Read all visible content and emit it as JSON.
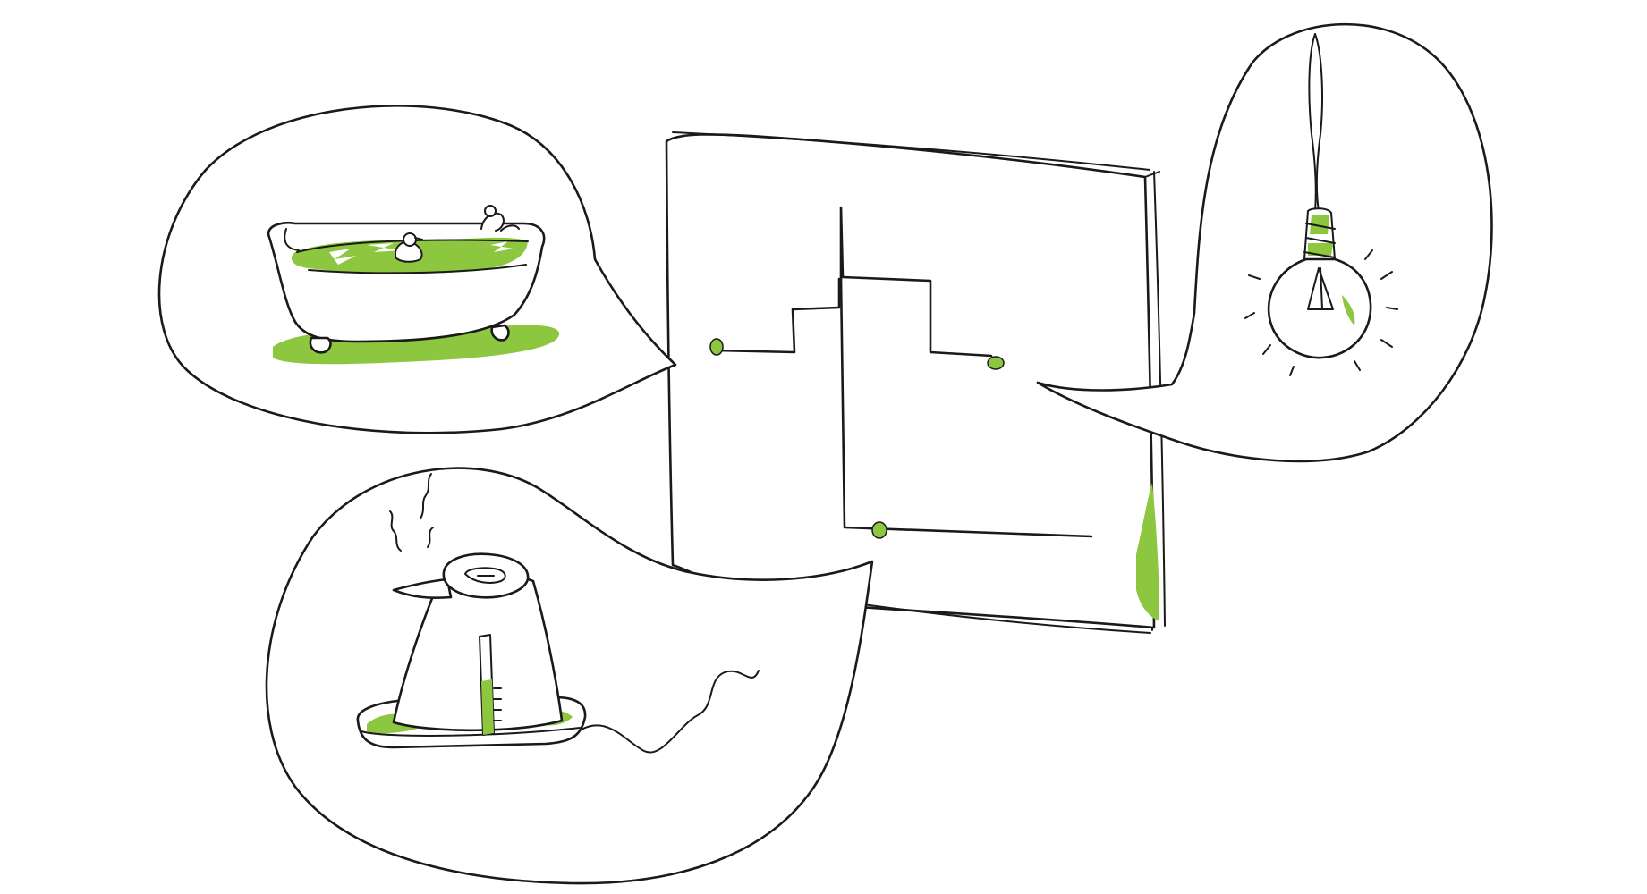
{
  "colors": {
    "accent": "#8dc63f",
    "ink": "#1a1a1a",
    "background": "#ffffff"
  },
  "illustration": {
    "style": "hand-drawn sketch",
    "items": [
      {
        "id": "circuit-board",
        "icon": "circuit-board-icon"
      },
      {
        "id": "bathtub",
        "icon": "bathtub-icon"
      },
      {
        "id": "light-bulb",
        "icon": "light-bulb-icon"
      },
      {
        "id": "electric-kettle",
        "icon": "kettle-icon"
      }
    ]
  }
}
